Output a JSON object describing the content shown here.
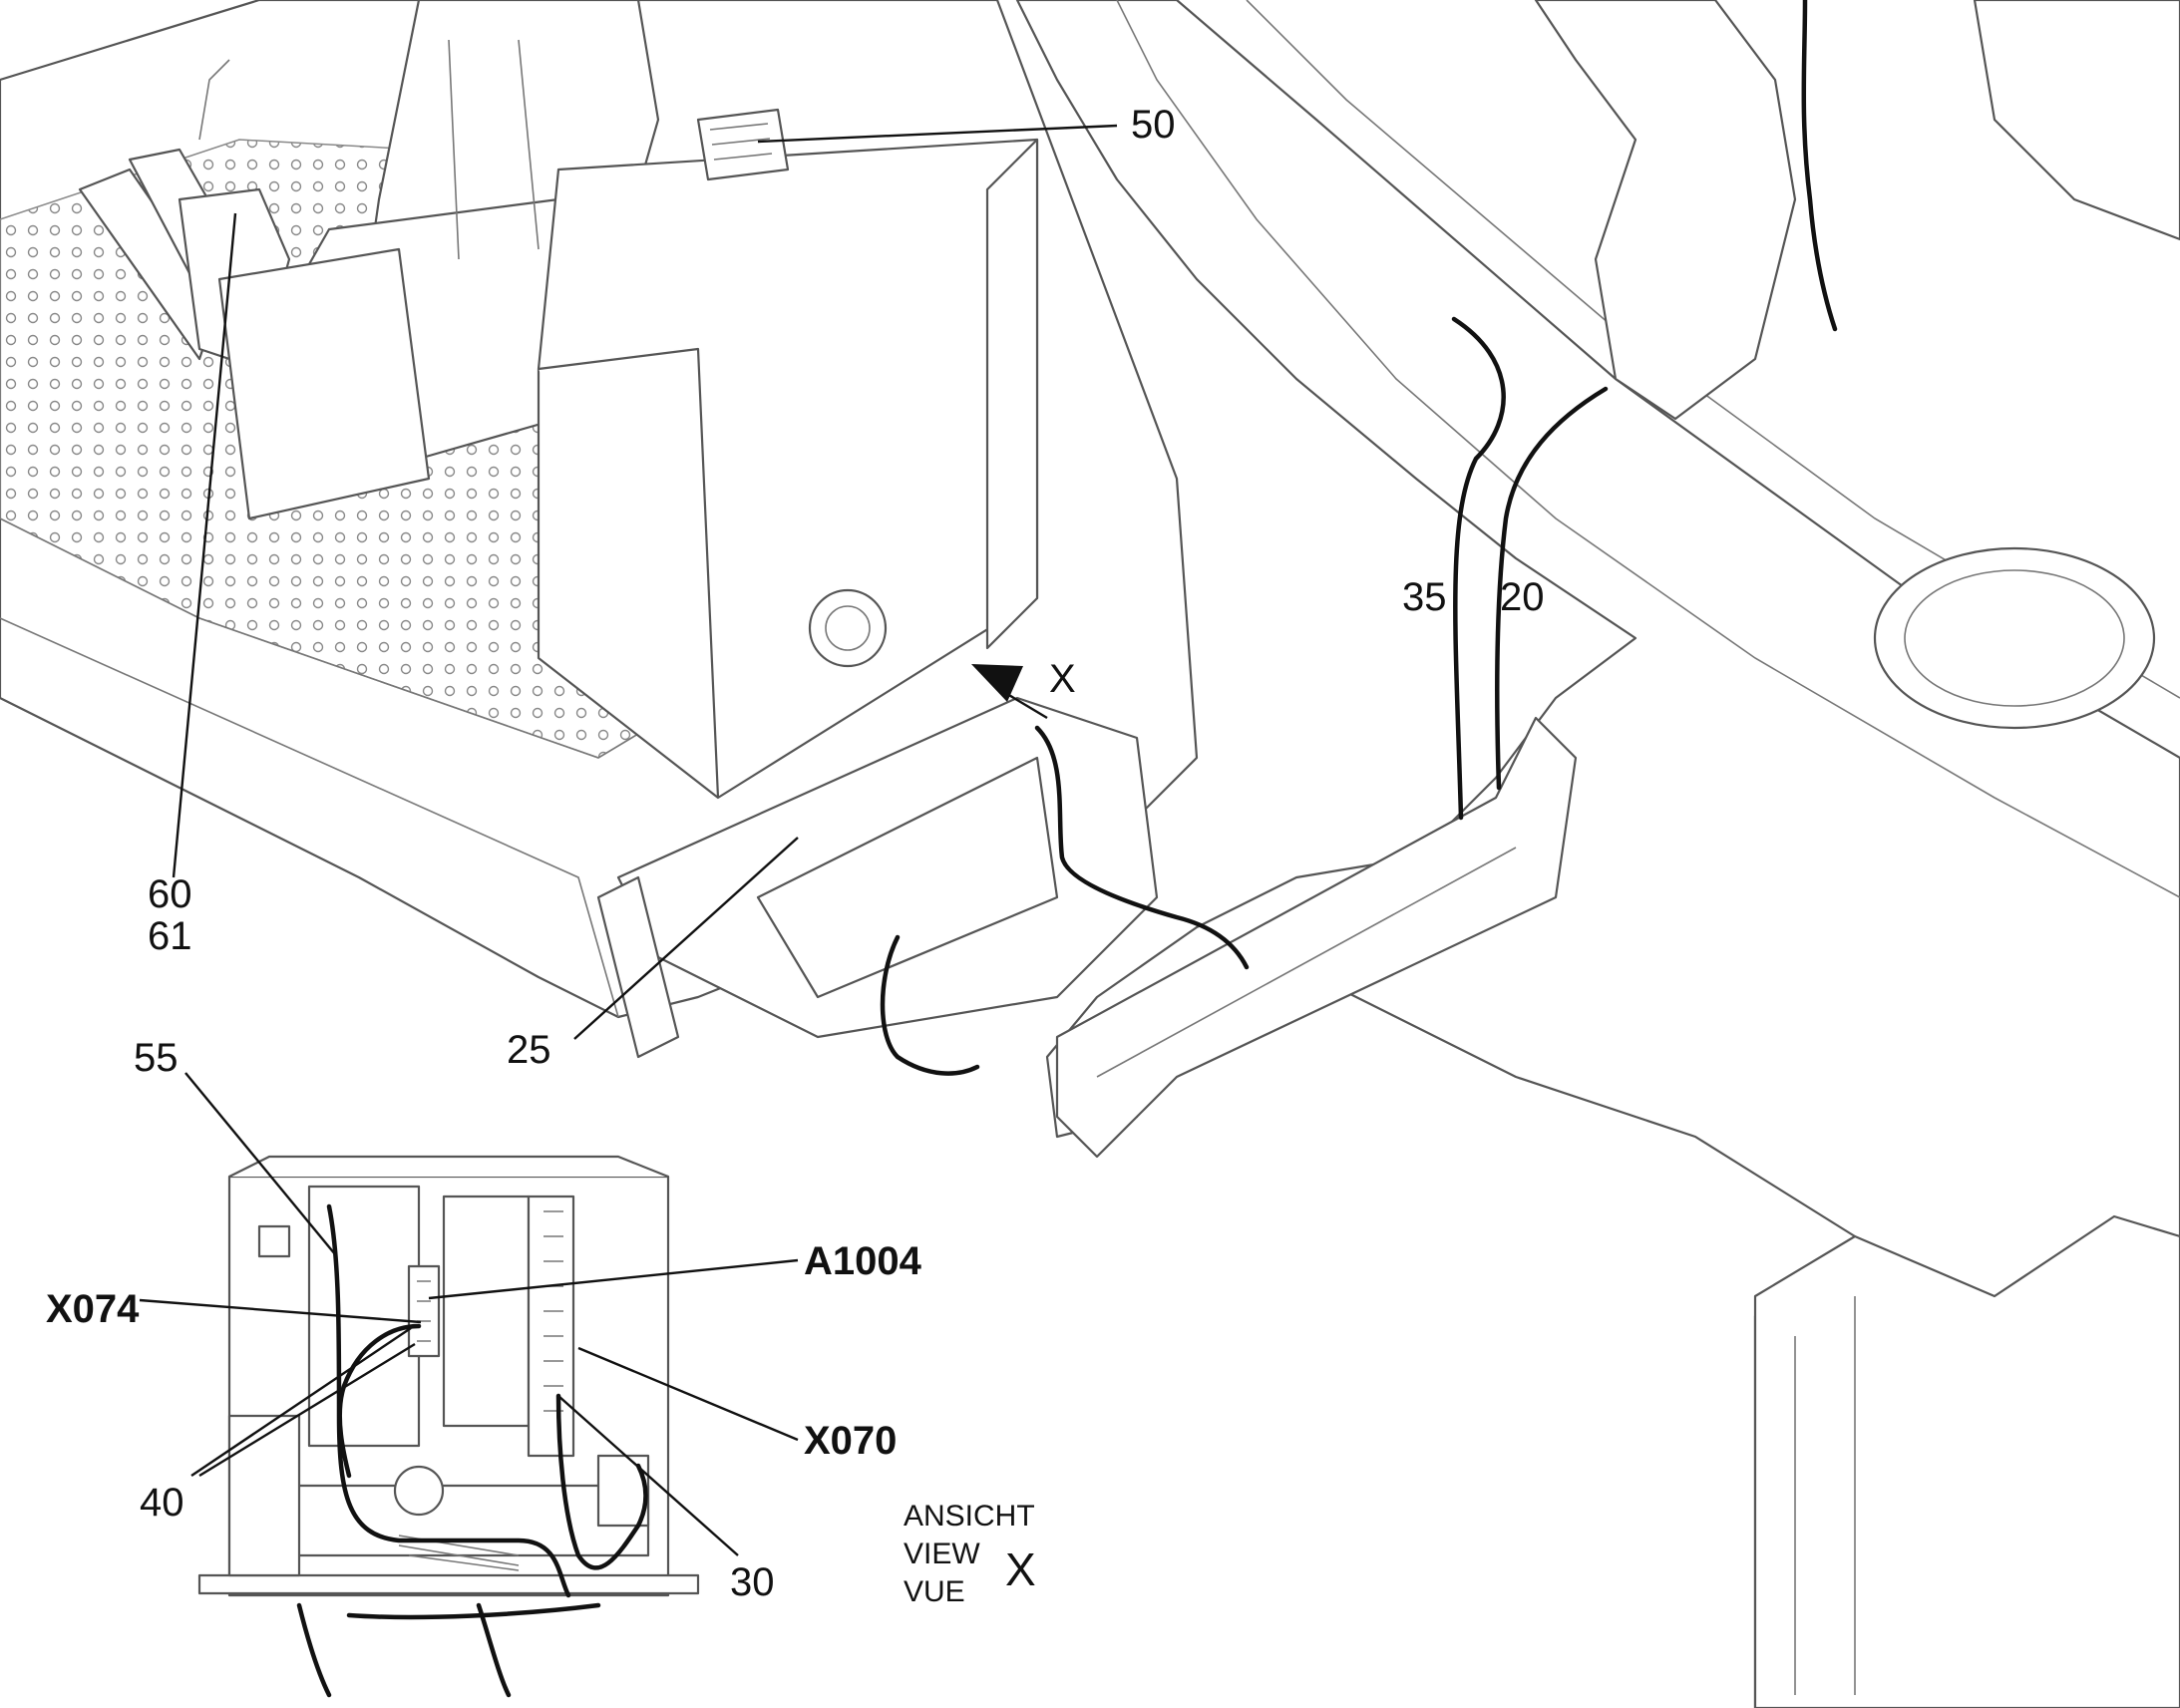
{
  "callouts": {
    "c50": "50",
    "c35": "35",
    "c20": "20",
    "cX": "X",
    "c60": "60",
    "c61": "61",
    "c25": "25",
    "c55": "55",
    "cA1004": "A1004",
    "cX074": "X074",
    "cX070": "X070",
    "c40": "40",
    "c30": "30"
  },
  "view_label": {
    "line1": "ANSICHT",
    "line2": "VIEW",
    "line3": "VUE",
    "letter": "X"
  },
  "colors": {
    "line": "#111111",
    "part_stroke": "#555555",
    "background": "#ffffff"
  }
}
